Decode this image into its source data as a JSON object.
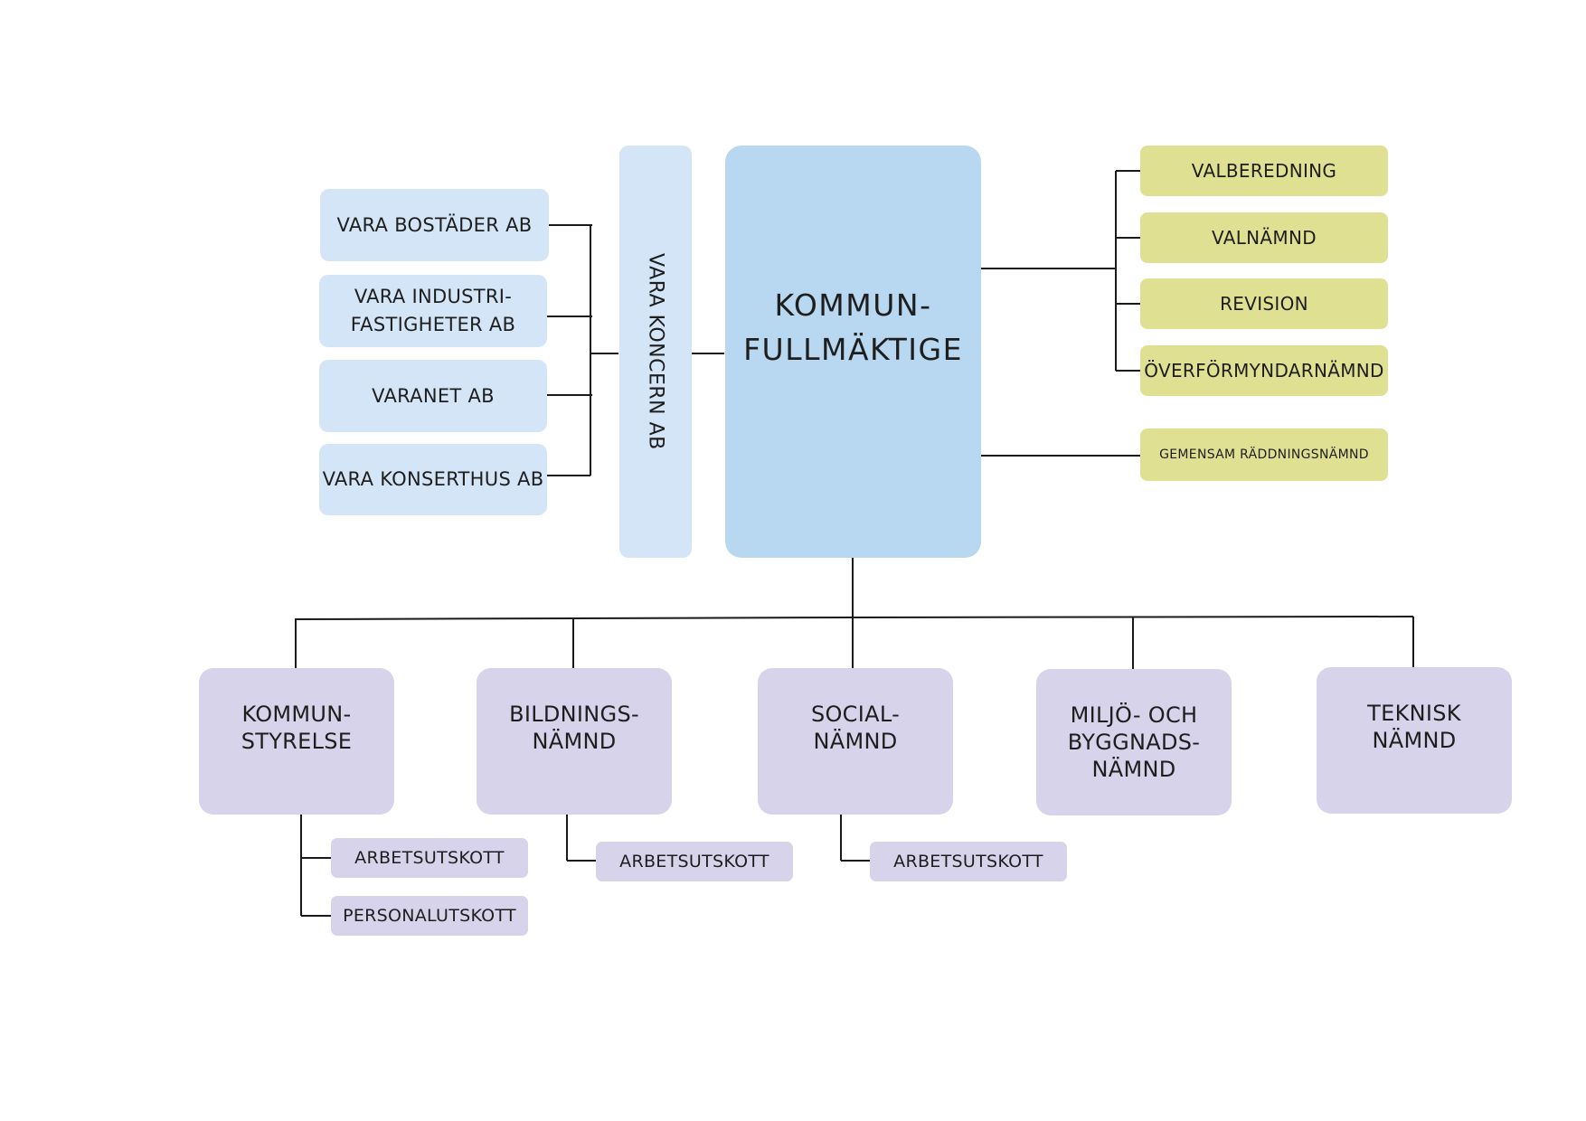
{
  "council": {
    "label": "KOMMUN-\nFULLMÄKTIGE"
  },
  "group": {
    "label": "VARA KONCERN AB"
  },
  "companies": [
    "VARA BOSTÄDER AB",
    "VARA INDUSTRI-\nFASTIGHETER AB",
    "VARANET AB",
    "VARA KONSERTHUS AB"
  ],
  "council_bodies": [
    "VALBEREDNING",
    "VALNÄMND",
    "REVISION",
    "ÖVERFÖRMYNDARNÄMND"
  ],
  "joint_body": "GEMENSAM RÄDDNINGSNÄMND",
  "committees": [
    "KOMMUN-\nSTYRELSE",
    "BILDNINGS-\nNÄMND",
    "SOCIAL-\nNÄMND",
    "MILJÖ- OCH\nBYGGNADS-\nNÄMND",
    "TEKNISK\nNÄMND"
  ],
  "subcommittees": {
    "kommunstyrelse": [
      "ARBETSUTSKOTT",
      "PERSONALUTSKOTT"
    ],
    "bildningsnamnd": [
      "ARBETSUTSKOTT"
    ],
    "socialnamnd": [
      "ARBETSUTSKOTT"
    ]
  },
  "colors": {
    "council": "#b8d7f0",
    "companies": "#d4e5f7",
    "council_bodies": "#e0e093",
    "committees": "#d6d3ea",
    "connectors": "#1a1a1a"
  }
}
